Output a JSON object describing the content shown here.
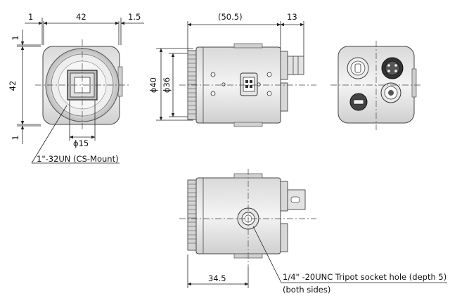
{
  "front_view": {
    "dim_top_left": "1",
    "dim_width": "42",
    "dim_top_right": "1.5",
    "dim_left_top": "1",
    "dim_height": "42",
    "dim_left_bottom": "1",
    "dim_bottom_dia": "ϕ15",
    "callout_mount": "1\"-32UN (CS-Mount)"
  },
  "side_view": {
    "dim_body_length": "(50.5)",
    "dim_rear": "13",
    "dim_dia_outer": "ϕ40",
    "dim_dia_inner": "ϕ36"
  },
  "bottom_view": {
    "dim_tripot": "34.5",
    "callout_tripod_line1": "1/4\" -20UNC Tripot socket hole (depth 5)",
    "callout_tripod_line2": "(both sides)"
  }
}
